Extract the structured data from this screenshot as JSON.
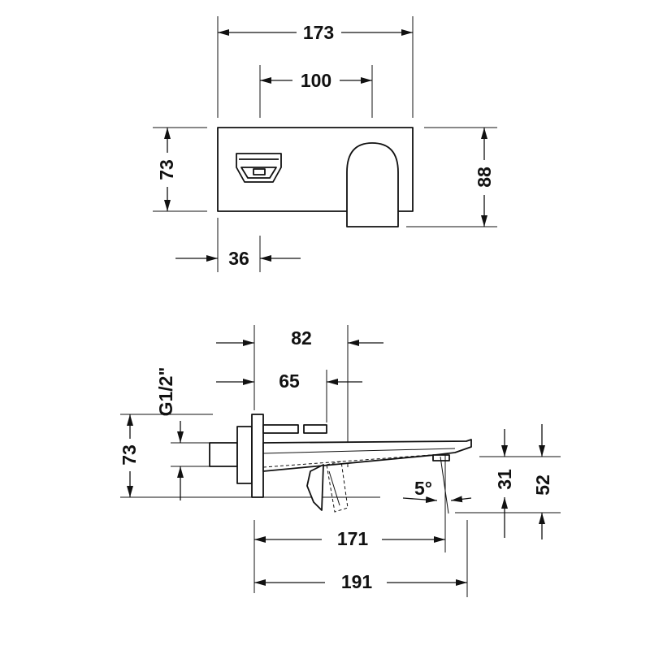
{
  "front_view": {
    "width_total": "173",
    "width_spout_center": "100",
    "height_plate": "73",
    "height_total": "88",
    "handle_offset": "36"
  },
  "side_view": {
    "depth_handle_outer": "82",
    "depth_handle_inner": "65",
    "thread_size": "G1/2\"",
    "height_plate": "73",
    "spout_height": "31",
    "spout_outlet_height": "52",
    "spout_angle": "5°",
    "projection_outlet": "171",
    "projection_total": "191"
  },
  "colors": {
    "line": "#111111",
    "background": "#ffffff"
  }
}
